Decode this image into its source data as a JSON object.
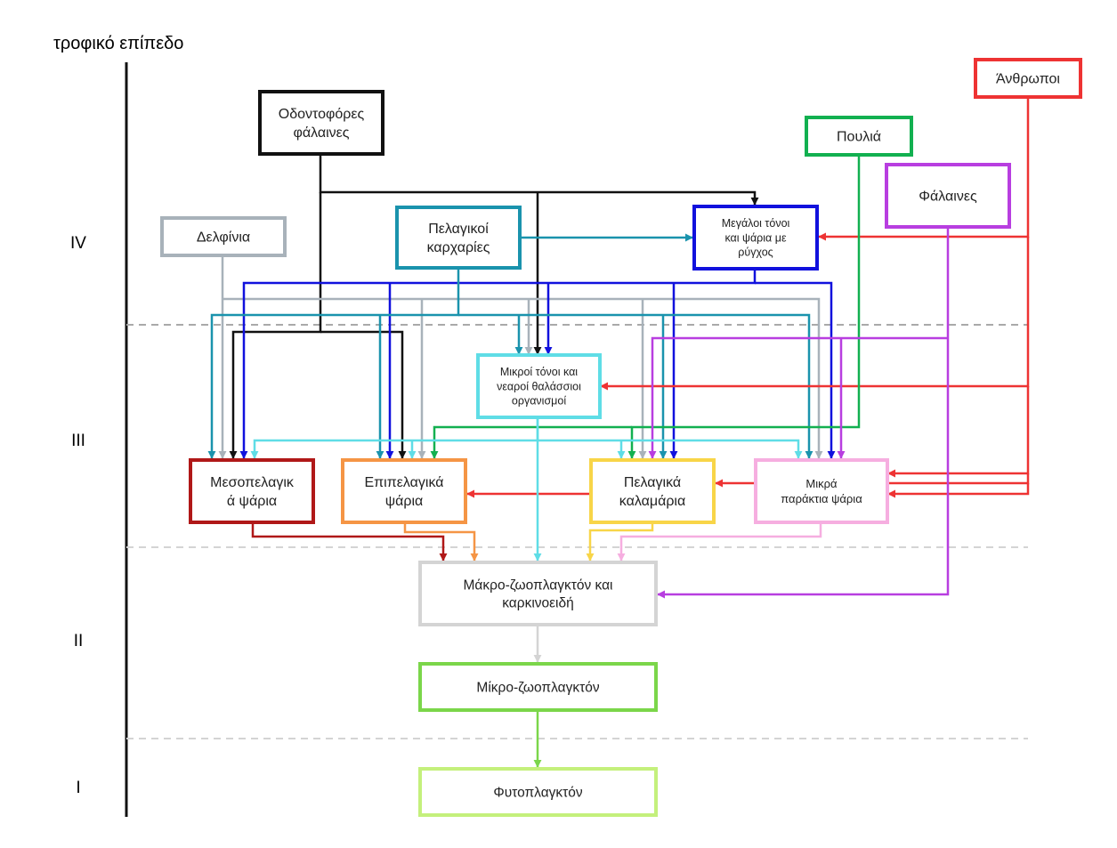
{
  "axis_title": "τροφικό επίπεδο",
  "levels": {
    "IV": "IV",
    "III": "III",
    "II": "II",
    "I": "I"
  },
  "colors": {
    "black": "#111111",
    "teal": "#1a93ad",
    "blue": "#1111dd",
    "grey": "#a8b2ba",
    "red": "#ee3333",
    "green": "#12b050",
    "purple": "#b83ee0",
    "cyan": "#5fdde6",
    "darkred": "#b01818",
    "orange": "#f59545",
    "yellow": "#f8d548",
    "pink": "#f6aee0",
    "lightgrey": "#d4d4d4",
    "lime": "#7bd64a",
    "lightlime": "#c4f07c"
  },
  "nodes": {
    "toothed_whales": [
      "Οδοντοφόρες",
      "φάλαινες"
    ],
    "humans": [
      "Άνθρωποι"
    ],
    "birds": [
      "Πουλιά"
    ],
    "whales": [
      "Φάλαινες"
    ],
    "dolphins": [
      "Δελφίνια"
    ],
    "pelagic_sharks": [
      "Πελαγικοί",
      "καρχαρίες"
    ],
    "big_tuna": [
      "Μεγάλοι τόνοι",
      "και ψάρια με",
      "ρύγχος"
    ],
    "small_tuna": [
      "Μικροί τόνοι και",
      "νεαροί θαλάσσιοι",
      "οργανισμοί"
    ],
    "mesopelagic": [
      "Μεσοπελαγικ",
      "ά ψάρια"
    ],
    "epipelagic": [
      "Επιπελαγικά",
      "ψάρια"
    ],
    "squid": [
      "Πελαγικά",
      "καλαμάρια"
    ],
    "coastal_fish": [
      "Μικρά",
      "παράκτια ψάρια"
    ],
    "macrozoo": [
      "Μάκρο-ζωοπλαγκτόν και",
      "καρκινοειδή"
    ],
    "microzoo": [
      "Μίκρο-ζωοπλαγκτόν"
    ],
    "phyto": [
      "Φυτοπλαγκτόν"
    ]
  }
}
